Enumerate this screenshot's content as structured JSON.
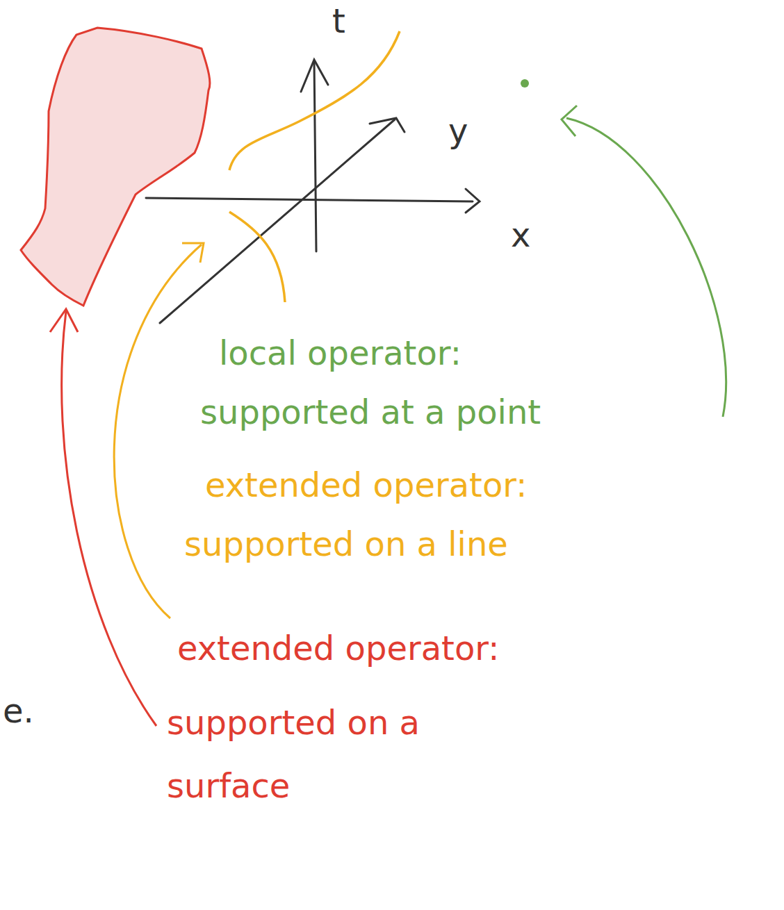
{
  "diagram": {
    "labels": [
      "t",
      "y",
      "x",
      "local operator:",
      "supported at a point",
      "extended operator:",
      "supported on a line",
      "extended operator:",
      "supported on a surface",
      "e."
    ]
  }
}
